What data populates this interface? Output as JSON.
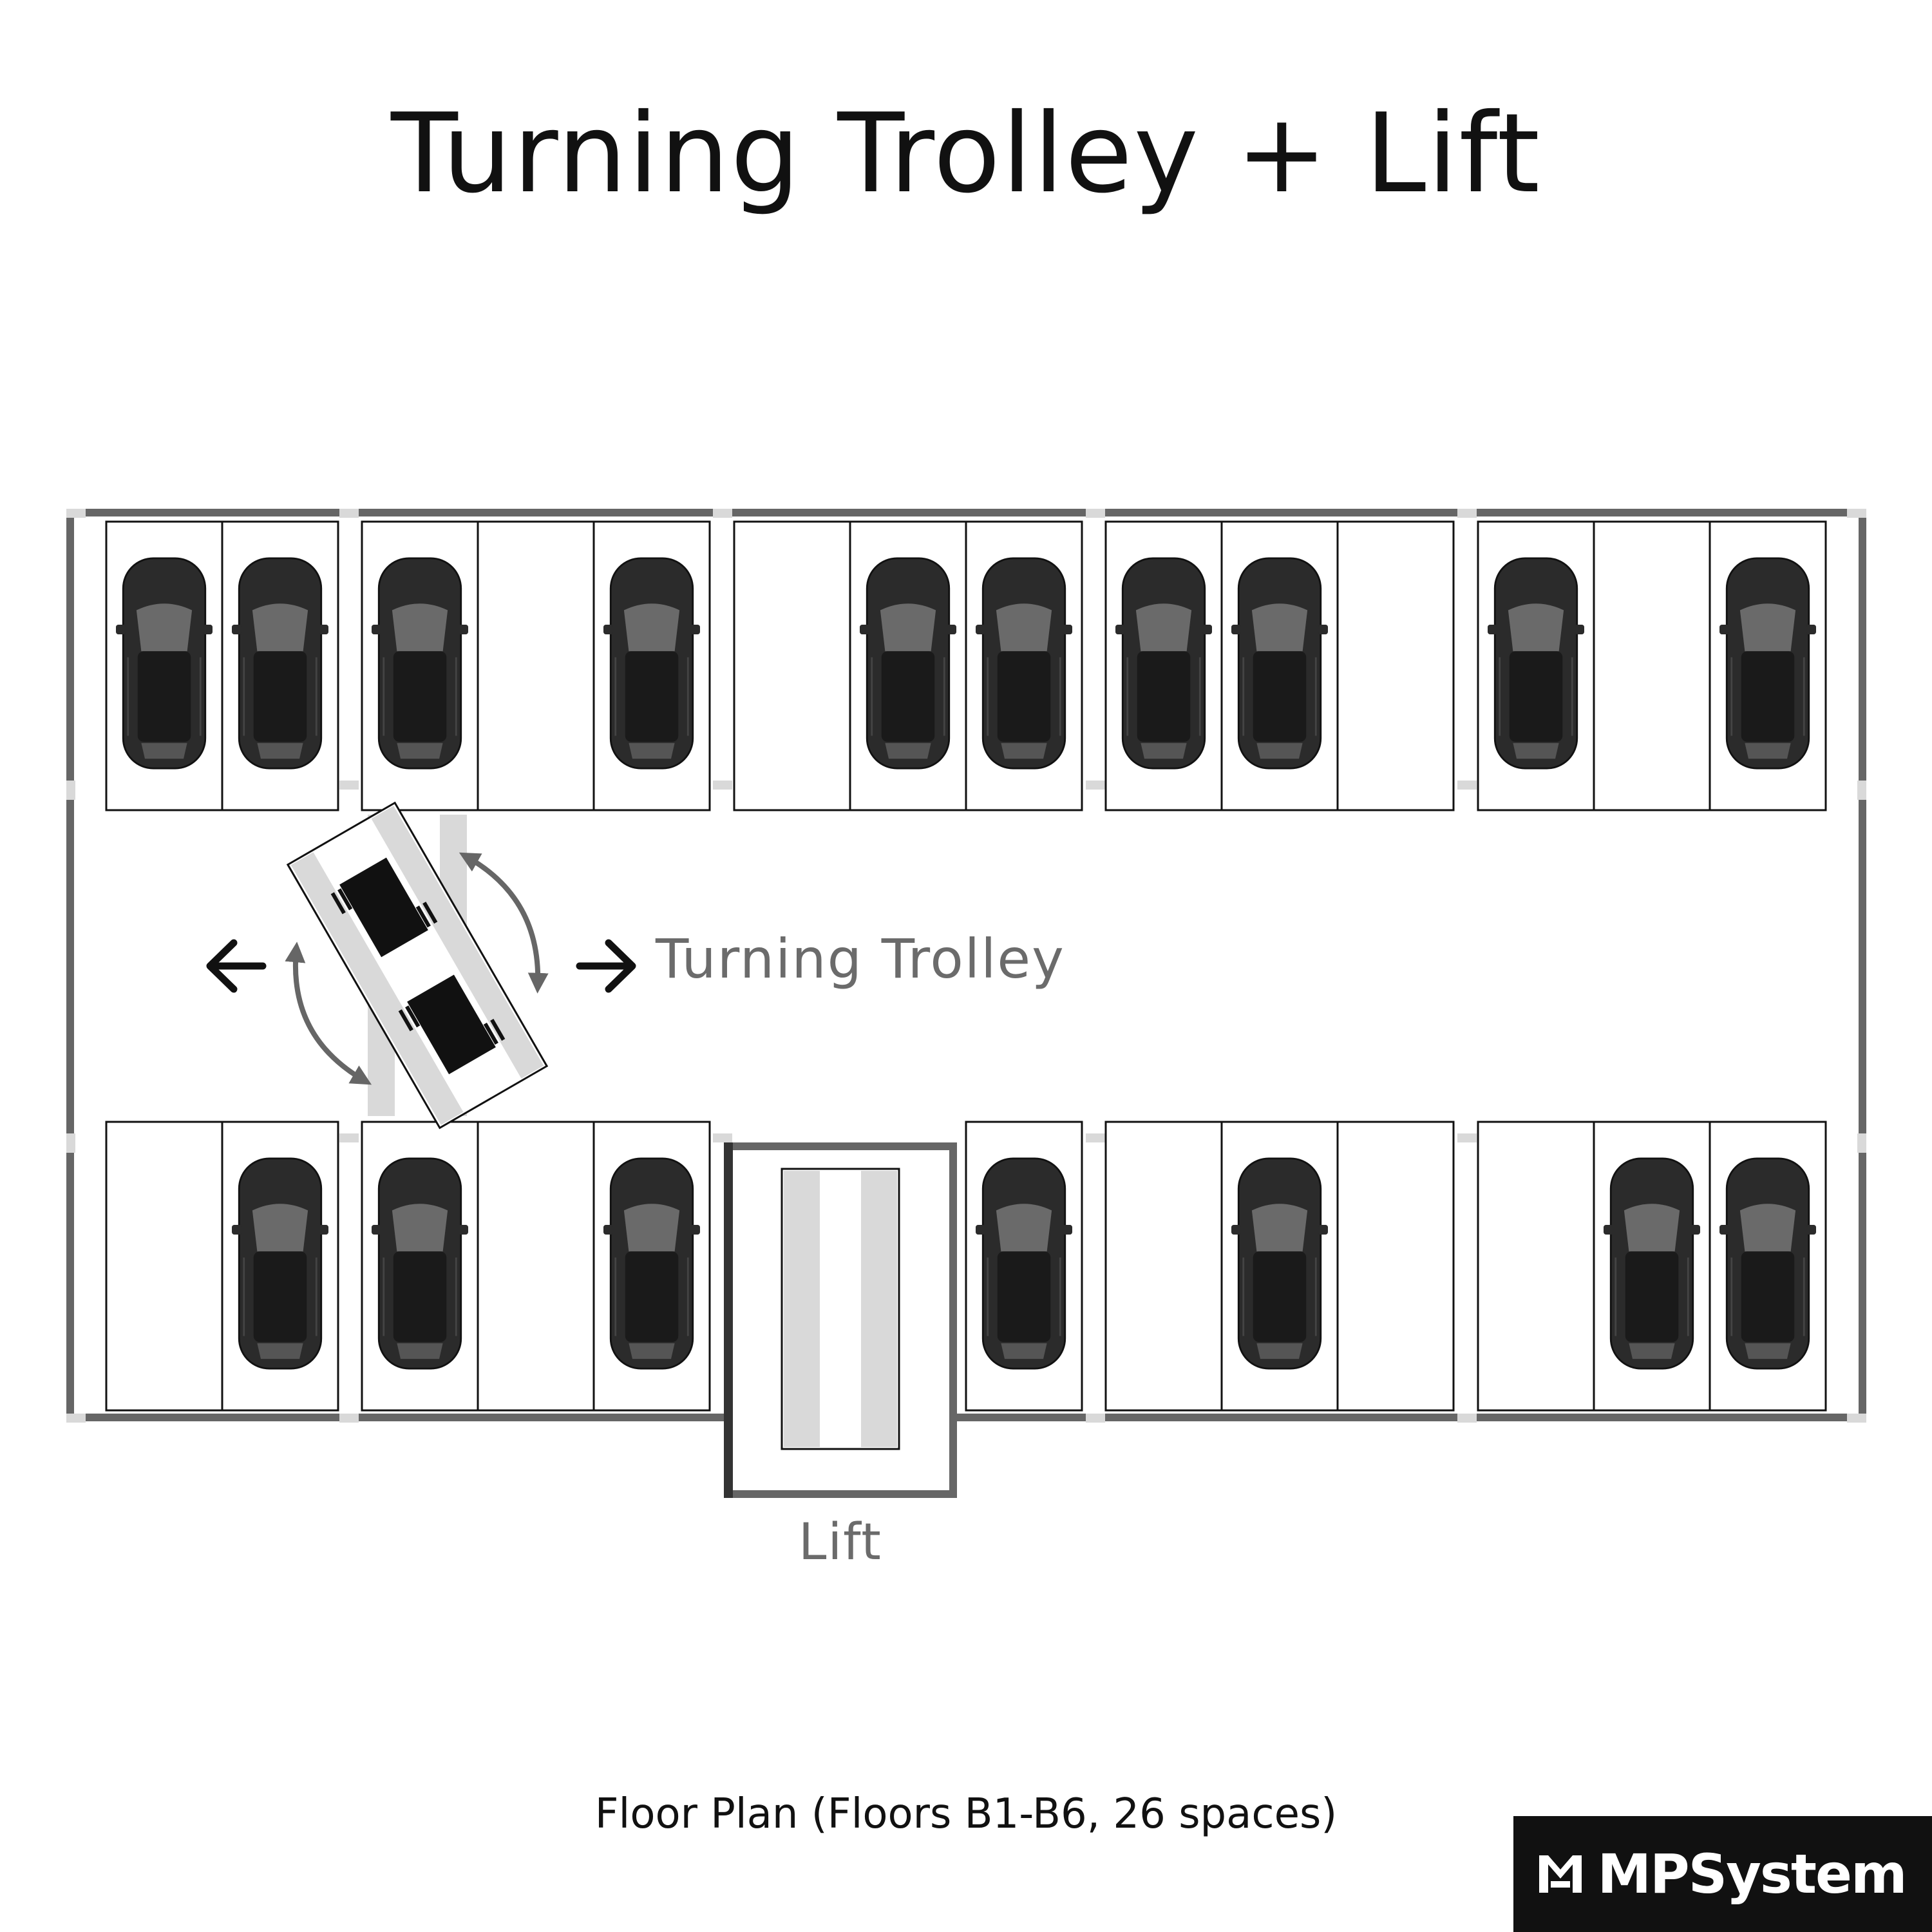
{
  "title": "Turning Trolley + Lift",
  "labels": {
    "turning_trolley": "Turning Trolley",
    "lift": "Lift"
  },
  "caption": "Floor Plan (Floors B1-B6, 26 spaces)",
  "brand": {
    "name": "MPSystem",
    "logo_icon": "mpsystem-logo-icon"
  },
  "colors": {
    "frame": "#666666",
    "car_body": "#2b2b2b",
    "car_roof": "#1a1a1a",
    "car_glass": "#6a6a6a",
    "rail": "#d9d9d9",
    "arrow_gray": "#666666",
    "arrow_black": "#111111"
  },
  "top_row": [
    {
      "occupied": true
    },
    {
      "occupied": true
    },
    {
      "occupied": true
    },
    {
      "occupied": false
    },
    {
      "occupied": true
    },
    {
      "occupied": false
    },
    {
      "occupied": true
    },
    {
      "occupied": true
    },
    {
      "occupied": true
    },
    {
      "occupied": true
    },
    {
      "occupied": false
    },
    {
      "occupied": true
    },
    {
      "occupied": false
    },
    {
      "occupied": true
    }
  ],
  "bottom_row": [
    {
      "occupied": false
    },
    {
      "occupied": true
    },
    {
      "occupied": true
    },
    {
      "occupied": false
    },
    {
      "occupied": true
    },
    {
      "occupied": true
    },
    {
      "occupied": false
    },
    {
      "occupied": true
    },
    {
      "occupied": false
    },
    {
      "occupied": false
    },
    {
      "occupied": true
    },
    {
      "occupied": true
    }
  ]
}
